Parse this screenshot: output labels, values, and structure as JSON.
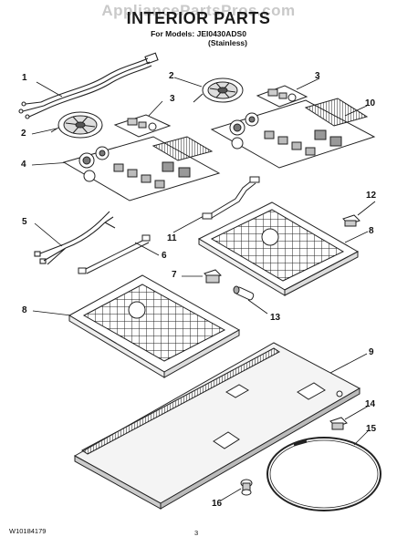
{
  "watermark": "AppliancePartsPros.com",
  "title": "INTERIOR PARTS",
  "subtitle": {
    "models": "For Models: JEI0430ADS0",
    "finish": "(Stainless)"
  },
  "callouts": {
    "c1": "1",
    "c2a": "2",
    "c2b": "2",
    "c3a": "3",
    "c3b": "3",
    "c4": "4",
    "c5": "5",
    "c6": "6",
    "c7": "7",
    "c8a": "8",
    "c8b": "8",
    "c9": "9",
    "c10": "10",
    "c11": "11",
    "c12": "12",
    "c13": "13",
    "c14": "14",
    "c15": "15",
    "c16": "16"
  },
  "footer": {
    "doc_number": "W10184179",
    "page_number": "3"
  }
}
